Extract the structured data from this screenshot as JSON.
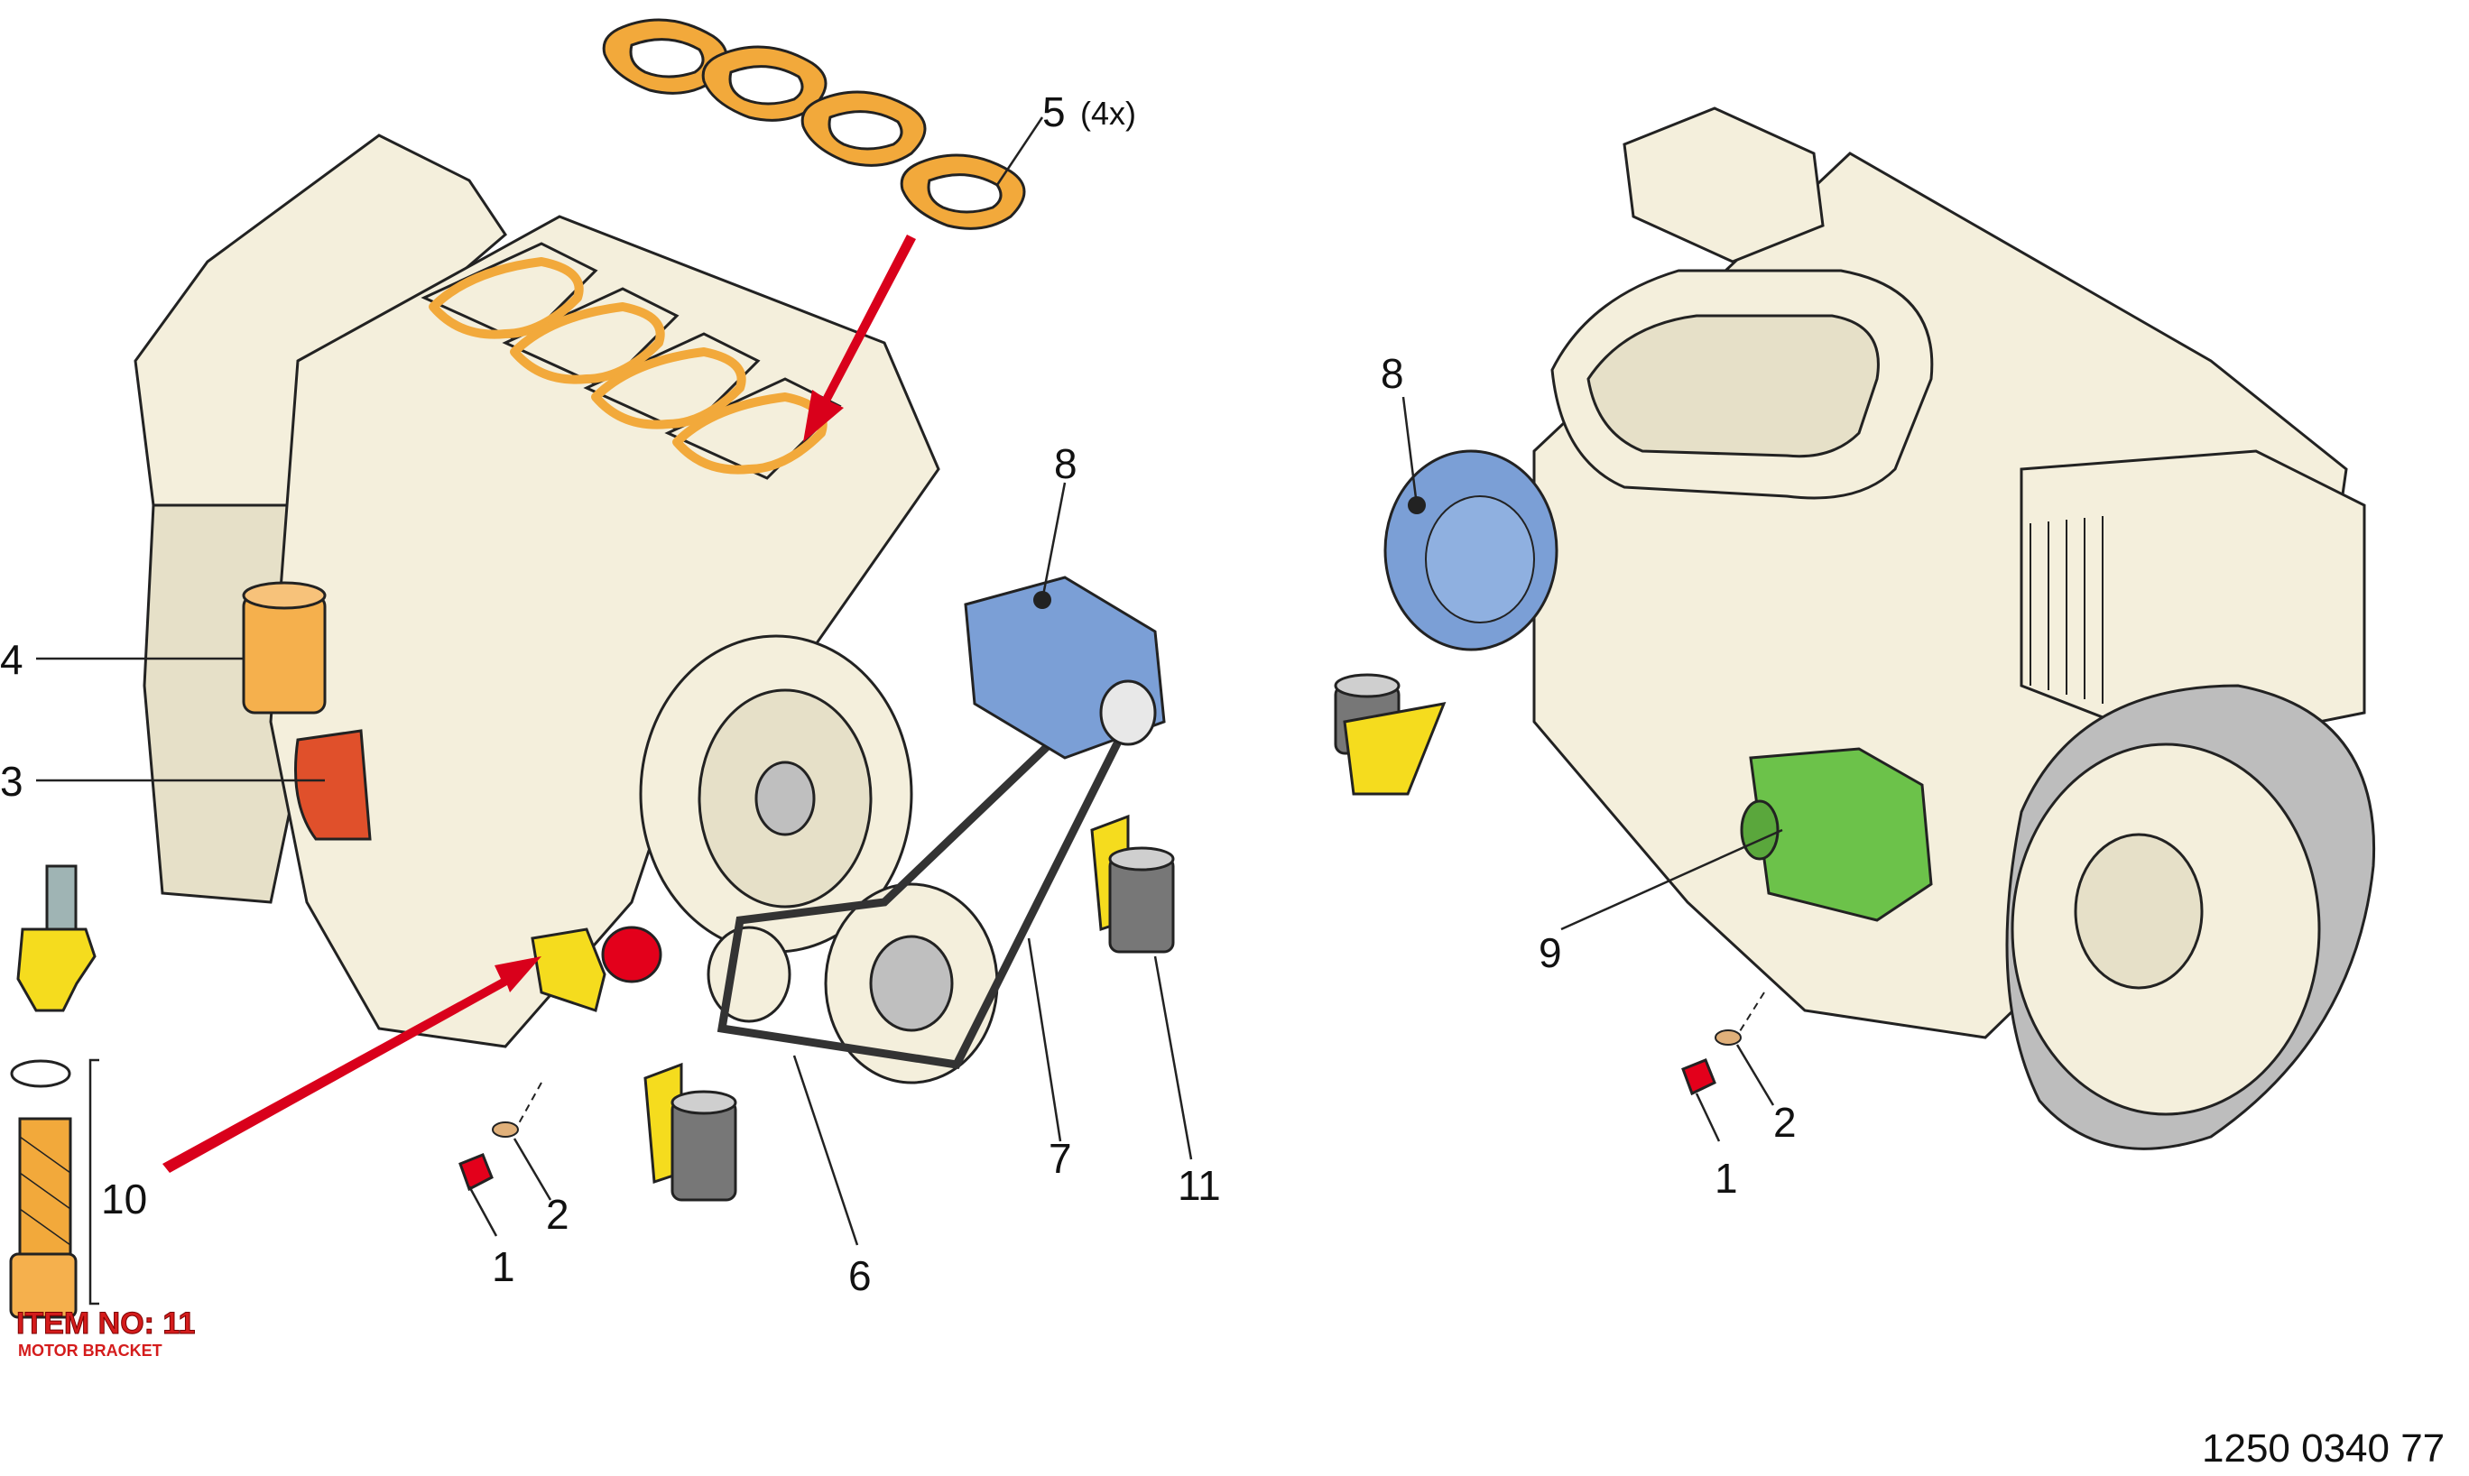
{
  "figure": {
    "document_number": "1250 0340 77",
    "stamp": {
      "title": "ITEM NO: 11",
      "subtitle": "MOTOR BRACKET"
    },
    "colors": {
      "engine_body": "#f4efdc",
      "gasket_orange": "#f2a93b",
      "oil_filter_orange": "#f5b04d",
      "cooler_red": "#e0502b",
      "alternator_blue": "#7b9fd6",
      "starter_green": "#6cc24a",
      "bracket_yellow": "#f5dc1e",
      "plug_red": "#e3001b",
      "arrow_red": "#d9001b",
      "flywheel_gray": "#bdbdbd"
    },
    "left_view": {
      "callouts": {
        "c1": "1",
        "c2": "2",
        "c3": "3",
        "c4": "4",
        "c5": "5",
        "c5_qty": "(4x)",
        "c6": "6",
        "c7": "7",
        "c8": "8",
        "c10": "10",
        "c11": "11"
      }
    },
    "right_view": {
      "callouts": {
        "c1": "1",
        "c2": "2",
        "c8": "8",
        "c9": "9"
      }
    }
  }
}
